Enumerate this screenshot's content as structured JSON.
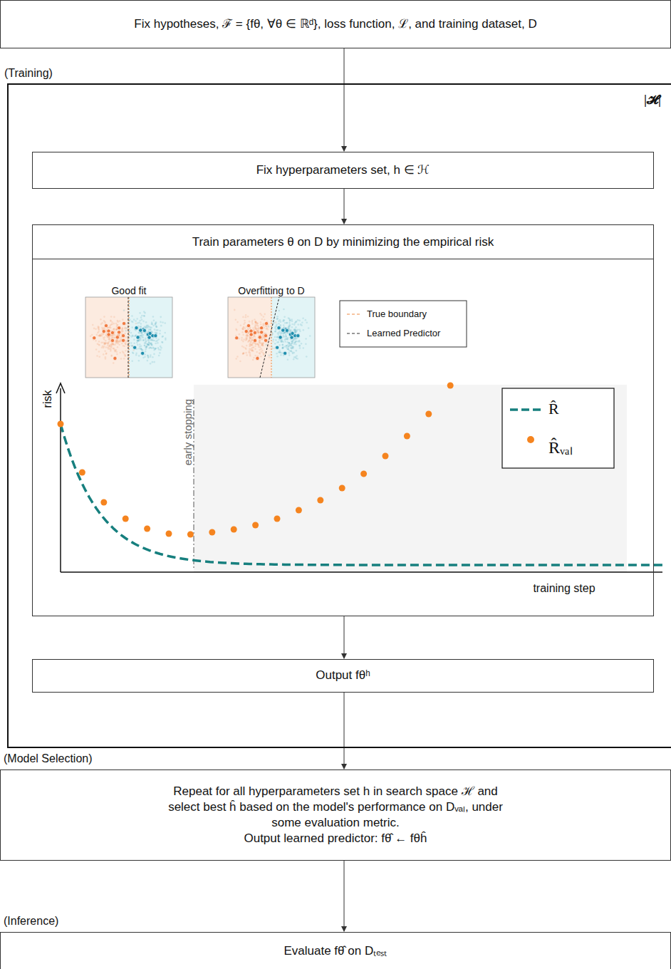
{
  "diagram": {
    "nodes": [
      {
        "text": [
          "Fix hypotheses, ℱ = {fθ, ∀θ ∈ ℝᵈ}, loss function, ℒ, and training dataset, D"
        ]
      },
      {
        "text": [
          "(Training)",
          "|𝓗|"
        ]
      },
      {
        "text": [
          "Fix hyperparameters set, h ∈ ℋ"
        ],
        "in": 1
      },
      {
        "text": [
          "Train parameters θ on D by minimizing the empirical risk"
        ],
        "in": 1
      },
      {
        "text": [
          "Output fθʰ"
        ],
        "in": 1
      },
      {
        "text": [
          "(Model Selection)",
          "Repeat for all hyperparameters set h in search space ℋ and select best ĥ based on the model's performance on Dᵥₐₗ, under some evaluation metric.",
          "Output learned predictor: fθ̂ ← fθĥ"
        ]
      },
      {
        "text": [
          "(Inference)",
          "Evaluate fθ̂ on Dₜₑₛₜ"
        ]
      }
    ],
    "edges": [
      {
        "from": 0,
        "to": 2,
        "arrow": "to"
      },
      {
        "from": 2,
        "to": 3,
        "arrow": "to"
      },
      {
        "from": 3,
        "to": 4,
        "arrow": "to"
      },
      {
        "from": 4,
        "to": 5,
        "arrow": "to"
      },
      {
        "from": 5,
        "to": 6,
        "arrow": "to"
      }
    ],
    "labels": [
      "Good fit",
      "Overfitting to D",
      "risk",
      "early stopping",
      "training step"
    ],
    "legend": [
      {
        "text": "True boundary"
      },
      {
        "text": "Learned Predictor"
      },
      {
        "text": "R̂"
      },
      {
        "text": "R̂ᵥₐₗ"
      }
    ]
  }
}
